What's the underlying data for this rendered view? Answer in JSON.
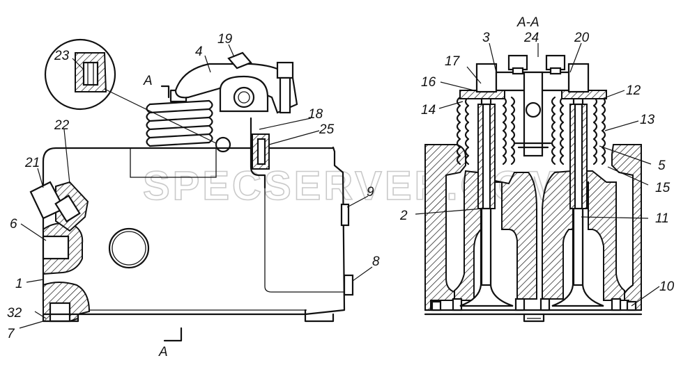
{
  "section_label": "A-A",
  "section_mark": "A",
  "watermark": "SPECSERVER.COM",
  "left_callouts": [
    {
      "id": "c23",
      "text": "23"
    },
    {
      "id": "c4",
      "text": "4"
    },
    {
      "id": "c19",
      "text": "19"
    },
    {
      "id": "c22",
      "text": "22"
    },
    {
      "id": "c21",
      "text": "21"
    },
    {
      "id": "c18",
      "text": "18"
    },
    {
      "id": "c25",
      "text": "25"
    },
    {
      "id": "c9",
      "text": "9"
    },
    {
      "id": "c6",
      "text": "6"
    },
    {
      "id": "c8",
      "text": "8"
    },
    {
      "id": "c1",
      "text": "1"
    },
    {
      "id": "c32",
      "text": "32"
    },
    {
      "id": "c7",
      "text": "7"
    }
  ],
  "right_callouts": [
    {
      "id": "c3",
      "text": "3"
    },
    {
      "id": "c24",
      "text": "24"
    },
    {
      "id": "c20",
      "text": "20"
    },
    {
      "id": "c17",
      "text": "17"
    },
    {
      "id": "c16",
      "text": "16"
    },
    {
      "id": "c12",
      "text": "12"
    },
    {
      "id": "c14",
      "text": "14"
    },
    {
      "id": "c13",
      "text": "13"
    },
    {
      "id": "c5",
      "text": "5"
    },
    {
      "id": "c15",
      "text": "15"
    },
    {
      "id": "c2",
      "text": "2"
    },
    {
      "id": "c11",
      "text": "11"
    },
    {
      "id": "c10",
      "text": "10"
    }
  ]
}
